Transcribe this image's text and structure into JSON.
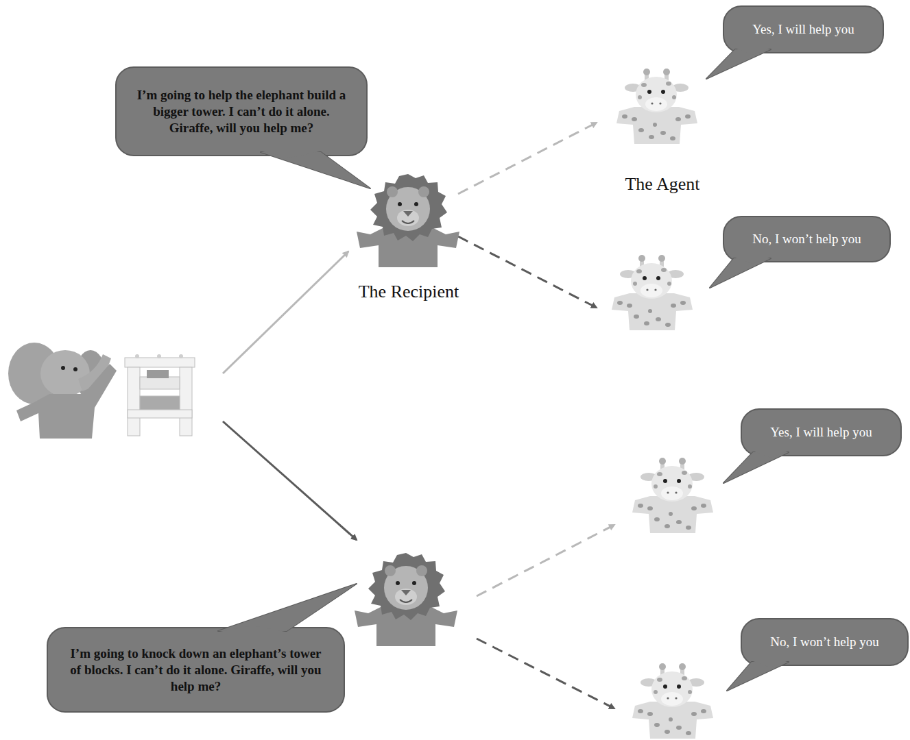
{
  "diagram": {
    "nodes": [
      {
        "text": [
          "I’m going to help the elephant build a bigger tower. I can’t do it alone. Giraffe, will you help me?"
        ]
      },
      {
        "text": [
          "Yes, I will help you"
        ]
      },
      {
        "text": [
          "No, I won’t help you"
        ]
      },
      {
        "text": [
          "I’m going to knock down an elephant’s tower of blocks. I can’t do it alone. Giraffe, will you help me?"
        ]
      },
      {
        "text": [
          "Yes, I will help you"
        ]
      },
      {
        "text": [
          "No, I won’t help you"
        ]
      }
    ],
    "labels": [
      "The Agent",
      "The Recipient"
    ]
  }
}
